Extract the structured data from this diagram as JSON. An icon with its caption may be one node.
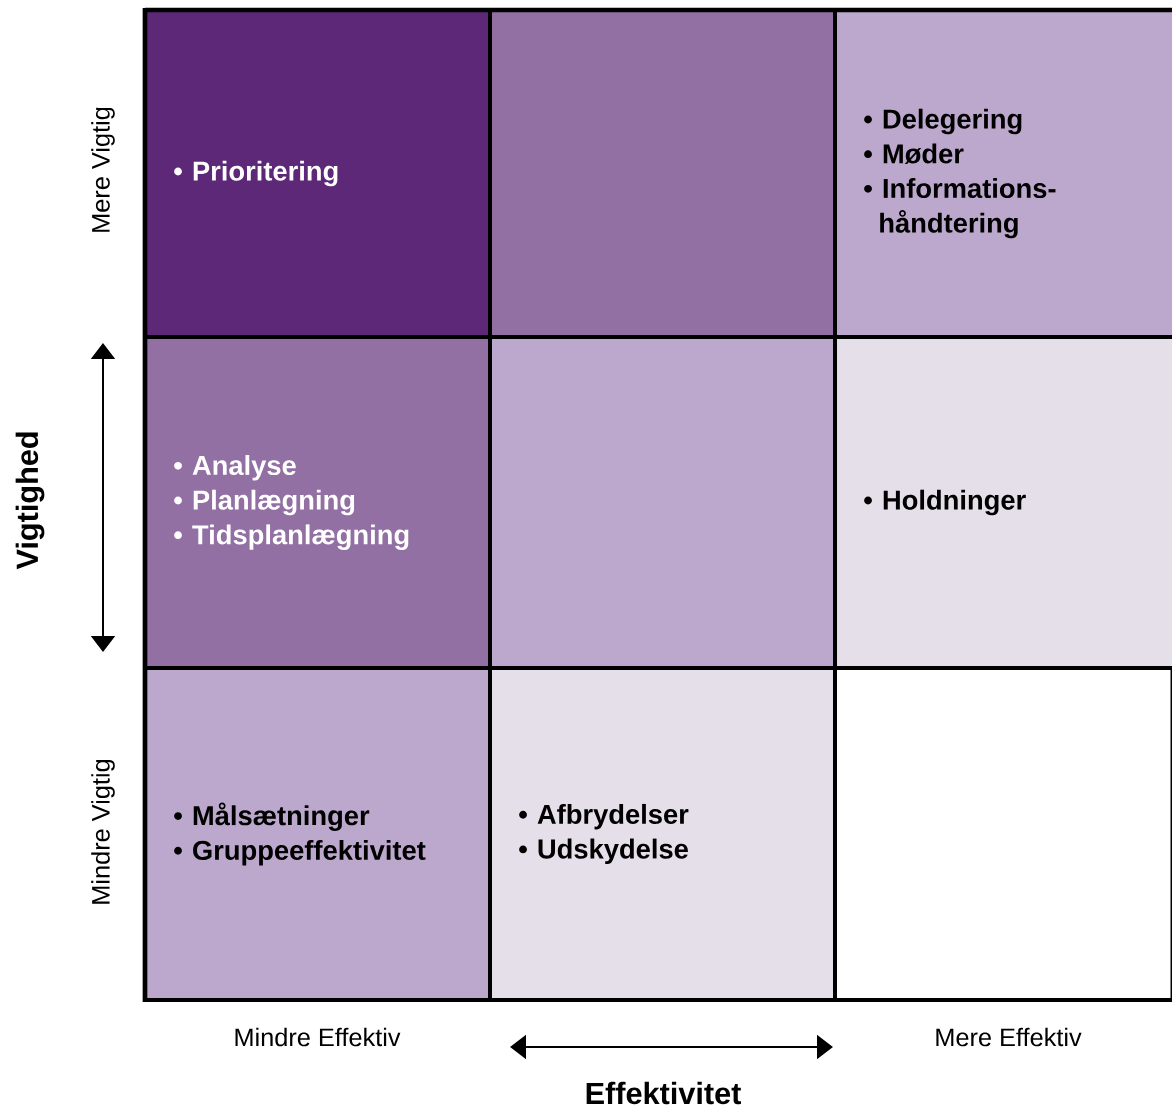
{
  "diagram": {
    "nodes": [
      {
        "text": [
          "• Prioritering"
        ]
      },
      {
        "text": [],
        "shape": "box"
      },
      {
        "text": [
          "• Delegering",
          "• Møder",
          "• Informations-håndtering"
        ]
      },
      {
        "text": [
          "• Analyse",
          "• Planlægning",
          "• Tidsplanlægning"
        ]
      },
      {
        "text": [],
        "shape": "box"
      },
      {
        "text": [
          "• Holdninger"
        ]
      },
      {
        "text": [
          "• Målsætninger",
          "• Gruppeeffektivitet"
        ]
      },
      {
        "text": [
          "• Afbrydelser",
          "• Udskydelse"
        ]
      },
      {
        "text": [],
        "shape": "box"
      }
    ],
    "edges": [],
    "labels": [
      "Mere Vigtig",
      "Vigtighed",
      "Mindre Vigtig",
      "Mindre Effektiv",
      "Mere Effektiv",
      "Effektivitet"
    ]
  }
}
